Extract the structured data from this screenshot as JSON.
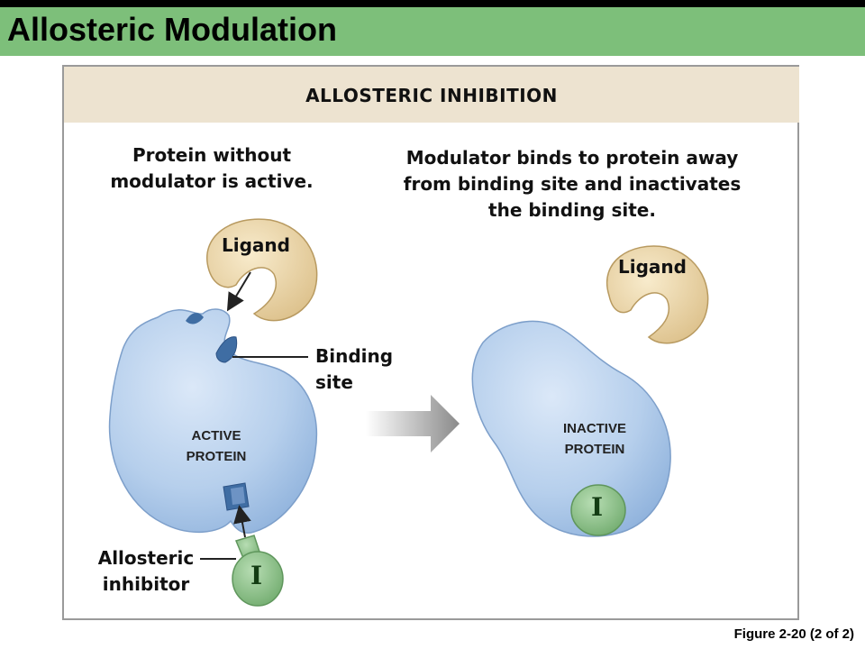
{
  "slide": {
    "title": "Allosteric Modulation",
    "figure_ref": "Figure 2-20 (2 of 2)"
  },
  "panel": {
    "title": "ALLOSTERIC INHIBITION",
    "left_caption": [
      "Protein without",
      "modulator is active."
    ],
    "right_caption": [
      "Modulator binds to protein away",
      "from binding site and inactivates",
      "the binding site."
    ]
  },
  "labels": {
    "ligand_left": "Ligand",
    "ligand_right": "Ligand",
    "binding_site": [
      "Binding",
      "site"
    ],
    "active_protein": [
      "ACTIVE",
      "PROTEIN"
    ],
    "inactive_protein": [
      "INACTIVE",
      "PROTEIN"
    ],
    "allosteric_inhibitor": [
      "Allosteric",
      "inhibitor"
    ],
    "inhibitor_symbol_left": "I",
    "inhibitor_symbol_right": "I"
  },
  "colors": {
    "title_bar": "#7dbf7a",
    "header_band": "#ede3d0",
    "protein": "#b8d1ee",
    "ligand": "#ecd7a8",
    "inhibitor": "#8cc48a"
  }
}
